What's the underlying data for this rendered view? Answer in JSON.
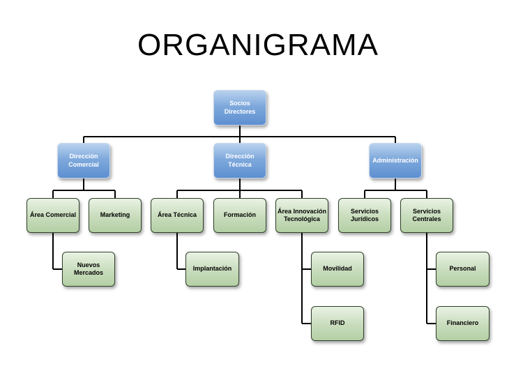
{
  "title": "ORGANIGRAMA",
  "nodes": {
    "socios": "Socios\nDirectores",
    "dir_comercial": "Dirección\nComercial",
    "dir_tecnica": "Dirección\nTécnica",
    "administracion": "Administración",
    "area_comercial": "Área Comercial",
    "marketing": "Marketing",
    "area_tecnica": "Área Técnica",
    "formacion": "Formación",
    "area_innovacion": "Área Innovación\nTecnológica",
    "servicios_juridicos": "Servicios\nJurídicos",
    "servicios_centrales": "Servicios\nCentrales",
    "nuevos_mercados": "Nuevos Mercados",
    "implantacion": "Implantación",
    "movilidad": "Movilidad",
    "rfid": "RFID",
    "personal": "Personal",
    "financiero": "Financiero"
  },
  "colors": {
    "level_top": "#7fa9dc",
    "level_leaf": "#c8dcbc",
    "connector": "#000000"
  }
}
